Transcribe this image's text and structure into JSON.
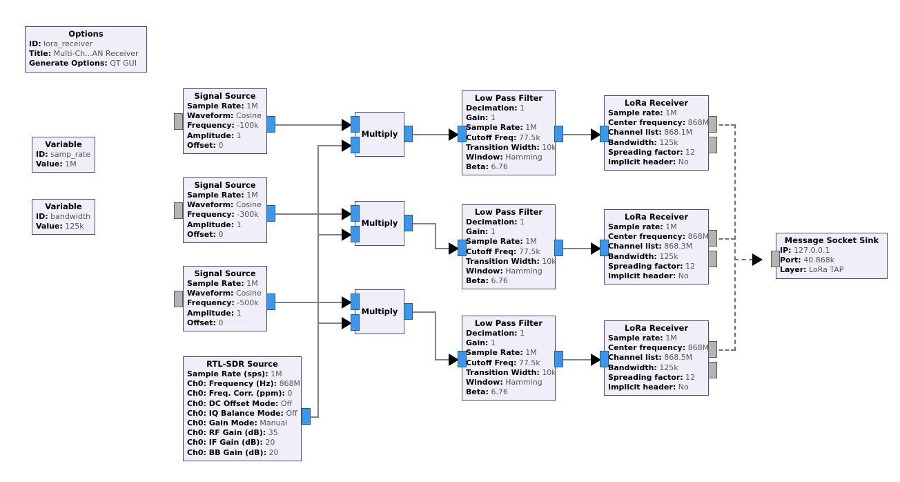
{
  "app": {
    "name": "GNU Radio Companion flowgraph",
    "background": "#ffffff",
    "block_fill": "#f0eef8",
    "block_border": "#4a4a6a",
    "data_port_color": "#3d96e8",
    "msg_port_color": "#b4b4b4",
    "wire_color": "#808080"
  },
  "blocks": {
    "options": {
      "title": "Options",
      "rows": [
        {
          "key": "ID:",
          "value": "lora_receiver"
        },
        {
          "key": "Title:",
          "value": "Multi-Ch...AN Receiver"
        },
        {
          "key": "Generate Options:",
          "value": "QT GUI"
        }
      ]
    },
    "variable_samp_rate": {
      "title": "Variable",
      "rows": [
        {
          "key": "ID:",
          "value": "samp_rate"
        },
        {
          "key": "Value:",
          "value": "1M"
        }
      ]
    },
    "variable_bandwidth": {
      "title": "Variable",
      "rows": [
        {
          "key": "ID:",
          "value": "bandwidth"
        },
        {
          "key": "Value:",
          "value": "125k"
        }
      ]
    },
    "signal_source_1": {
      "title": "Signal Source",
      "rows": [
        {
          "key": "Sample Rate:",
          "value": "1M"
        },
        {
          "key": "Waveform:",
          "value": "Cosine"
        },
        {
          "key": "Frequency:",
          "value": "-100k"
        },
        {
          "key": "Amplitude:",
          "value": "1"
        },
        {
          "key": "Offset:",
          "value": "0"
        }
      ]
    },
    "signal_source_2": {
      "title": "Signal Source",
      "rows": [
        {
          "key": "Sample Rate:",
          "value": "1M"
        },
        {
          "key": "Waveform:",
          "value": "Cosine"
        },
        {
          "key": "Frequency:",
          "value": "-300k"
        },
        {
          "key": "Amplitude:",
          "value": "1"
        },
        {
          "key": "Offset:",
          "value": "0"
        }
      ]
    },
    "signal_source_3": {
      "title": "Signal Source",
      "rows": [
        {
          "key": "Sample Rate:",
          "value": "1M"
        },
        {
          "key": "Waveform:",
          "value": "Cosine"
        },
        {
          "key": "Frequency:",
          "value": "-500k"
        },
        {
          "key": "Amplitude:",
          "value": "1"
        },
        {
          "key": "Offset:",
          "value": "0"
        }
      ]
    },
    "rtl_sdr_source": {
      "title": "RTL-SDR Source",
      "rows": [
        {
          "key": "Sample Rate (sps):",
          "value": "1M"
        },
        {
          "key": "Ch0: Frequency (Hz):",
          "value": "868M"
        },
        {
          "key": "Ch0: Freq. Corr. (ppm):",
          "value": "0"
        },
        {
          "key": "Ch0: DC Offset Mode:",
          "value": "Off"
        },
        {
          "key": "Ch0: IQ Balance Mode:",
          "value": "Off"
        },
        {
          "key": "Ch0: Gain Mode:",
          "value": "Manual"
        },
        {
          "key": "Ch0: RF Gain (dB):",
          "value": "35"
        },
        {
          "key": "Ch0: IF Gain (dB):",
          "value": "20"
        },
        {
          "key": "Ch0: BB Gain (dB):",
          "value": "20"
        }
      ]
    },
    "multiply_1": {
      "title": "Multiply",
      "rows": []
    },
    "multiply_2": {
      "title": "Multiply",
      "rows": []
    },
    "multiply_3": {
      "title": "Multiply",
      "rows": []
    },
    "low_pass_filter_1": {
      "title": "Low Pass Filter",
      "rows": [
        {
          "key": "Decimation:",
          "value": "1"
        },
        {
          "key": "Gain:",
          "value": "1"
        },
        {
          "key": "Sample Rate:",
          "value": "1M"
        },
        {
          "key": "Cutoff Freq:",
          "value": "77.5k"
        },
        {
          "key": "Transition Width:",
          "value": "10k"
        },
        {
          "key": "Window:",
          "value": "Hamming"
        },
        {
          "key": "Beta:",
          "value": "6.76"
        }
      ]
    },
    "low_pass_filter_2": {
      "title": "Low Pass Filter",
      "rows": [
        {
          "key": "Decimation:",
          "value": "1"
        },
        {
          "key": "Gain:",
          "value": "1"
        },
        {
          "key": "Sample Rate:",
          "value": "1M"
        },
        {
          "key": "Cutoff Freq:",
          "value": "77.5k"
        },
        {
          "key": "Transition Width:",
          "value": "10k"
        },
        {
          "key": "Window:",
          "value": "Hamming"
        },
        {
          "key": "Beta:",
          "value": "6.76"
        }
      ]
    },
    "low_pass_filter_3": {
      "title": "Low Pass Filter",
      "rows": [
        {
          "key": "Decimation:",
          "value": "1"
        },
        {
          "key": "Gain:",
          "value": "1"
        },
        {
          "key": "Sample Rate:",
          "value": "1M"
        },
        {
          "key": "Cutoff Freq:",
          "value": "77.5k"
        },
        {
          "key": "Transition Width:",
          "value": "10k"
        },
        {
          "key": "Window:",
          "value": "Hamming"
        },
        {
          "key": "Beta:",
          "value": "6.76"
        }
      ]
    },
    "lora_receiver_1": {
      "title": "LoRa Receiver",
      "rows": [
        {
          "key": "Sample rate:",
          "value": "1M"
        },
        {
          "key": "Center frequency:",
          "value": "868M"
        },
        {
          "key": "Channel list:",
          "value": "868.1M"
        },
        {
          "key": "Bandwidth:",
          "value": "125k"
        },
        {
          "key": "Spreading factor:",
          "value": "12"
        },
        {
          "key": "Implicit header:",
          "value": "No"
        }
      ]
    },
    "lora_receiver_2": {
      "title": "LoRa Receiver",
      "rows": [
        {
          "key": "Sample rate:",
          "value": "1M"
        },
        {
          "key": "Center frequency:",
          "value": "868M"
        },
        {
          "key": "Channel list:",
          "value": "868.3M"
        },
        {
          "key": "Bandwidth:",
          "value": "125k"
        },
        {
          "key": "Spreading factor:",
          "value": "12"
        },
        {
          "key": "Implicit header:",
          "value": "No"
        }
      ]
    },
    "lora_receiver_3": {
      "title": "LoRa Receiver",
      "rows": [
        {
          "key": "Sample rate:",
          "value": "1M"
        },
        {
          "key": "Center frequency:",
          "value": "868M"
        },
        {
          "key": "Channel list:",
          "value": "868.5M"
        },
        {
          "key": "Bandwidth:",
          "value": "125k"
        },
        {
          "key": "Spreading factor:",
          "value": "12"
        },
        {
          "key": "Implicit header:",
          "value": "No"
        }
      ]
    },
    "message_socket_sink": {
      "title": "Message Socket Sink",
      "rows": [
        {
          "key": "IP:",
          "value": "127.0.0.1"
        },
        {
          "key": "Port:",
          "value": "40.868k"
        },
        {
          "key": "Layer:",
          "value": "LoRa TAP"
        }
      ]
    }
  }
}
